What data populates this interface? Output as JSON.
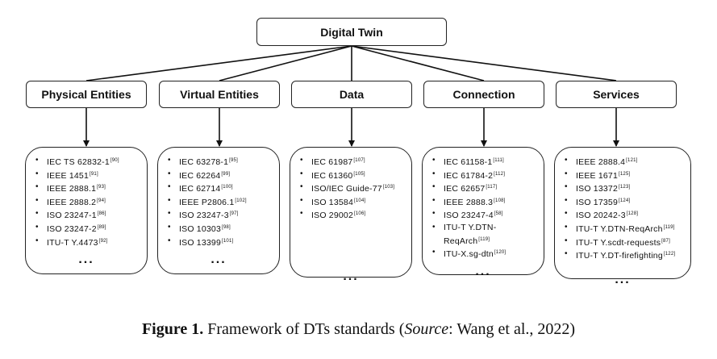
{
  "root": {
    "label": "Digital Twin"
  },
  "categories": [
    {
      "label": "Physical Entities",
      "standards": [
        {
          "name": "IEC TS 62832-1",
          "ref": "[90]"
        },
        {
          "name": "IEEE 1451",
          "ref": "[91]"
        },
        {
          "name": "IEEE 2888.1",
          "ref": "[93]"
        },
        {
          "name": "IEEE 2888.2",
          "ref": "[94]"
        },
        {
          "name": "ISO 23247-1",
          "ref": "[86]"
        },
        {
          "name": "ISO 23247-2",
          "ref": "[89]"
        },
        {
          "name": "ITU-T Y.4473",
          "ref": "[92]"
        }
      ],
      "ellipsis": "..."
    },
    {
      "label": "Virtual Entities",
      "standards": [
        {
          "name": "IEC 63278-1",
          "ref": "[95]"
        },
        {
          "name": "IEC 62264",
          "ref": "[99]"
        },
        {
          "name": "IEC 62714",
          "ref": "[100]"
        },
        {
          "name": "IEEE P2806.1",
          "ref": "[102]"
        },
        {
          "name": "ISO 23247-3",
          "ref": "[97]"
        },
        {
          "name": "ISO 10303",
          "ref": "[98]"
        },
        {
          "name": "ISO 13399",
          "ref": "[101]"
        }
      ],
      "ellipsis": "..."
    },
    {
      "label": "Data",
      "standards": [
        {
          "name": "IEC 61987",
          "ref": "[107]"
        },
        {
          "name": "IEC 61360",
          "ref": "[105]"
        },
        {
          "name": "ISO/IEC Guide-77",
          "ref": "[103]"
        },
        {
          "name": "ISO 13584",
          "ref": "[104]"
        },
        {
          "name": "ISO 29002",
          "ref": "[106]"
        }
      ],
      "ellipsis": "..."
    },
    {
      "label": "Connection",
      "standards": [
        {
          "name": "IEC 61158-1",
          "ref": "[111]"
        },
        {
          "name": "IEC 61784-2",
          "ref": "[112]"
        },
        {
          "name": "IEC 62657",
          "ref": "[117]"
        },
        {
          "name": "IEEE 2888.3",
          "ref": "[108]"
        },
        {
          "name": "ISO 23247-4",
          "ref": "[58]"
        },
        {
          "name": "ITU-T Y.DTN-ReqArch",
          "ref": "[119]"
        },
        {
          "name": "ITU-X.sg-dtn",
          "ref": "[120]"
        }
      ],
      "ellipsis": "..."
    },
    {
      "label": "Services",
      "standards": [
        {
          "name": "IEEE 2888.4",
          "ref": "[121]"
        },
        {
          "name": "IEEE 1671",
          "ref": "[125]"
        },
        {
          "name": "ISO 13372",
          "ref": "[123]"
        },
        {
          "name": "ISO 17359",
          "ref": "[124]"
        },
        {
          "name": "ISO 20242-3",
          "ref": "[128]"
        },
        {
          "name": "ITU-T Y.DTN-ReqArch",
          "ref": "[119]"
        },
        {
          "name": "ITU-T Y.scdt-requests",
          "ref": "[87]"
        },
        {
          "name": "ITU-T Y.DT-firefighting",
          "ref": "[122]"
        }
      ],
      "ellipsis": "..."
    }
  ],
  "caption": {
    "bold": "Figure 1.",
    "text": " Framework of DTs standards (",
    "italic": "Source",
    "rest": ": Wang et al., 2022)"
  }
}
